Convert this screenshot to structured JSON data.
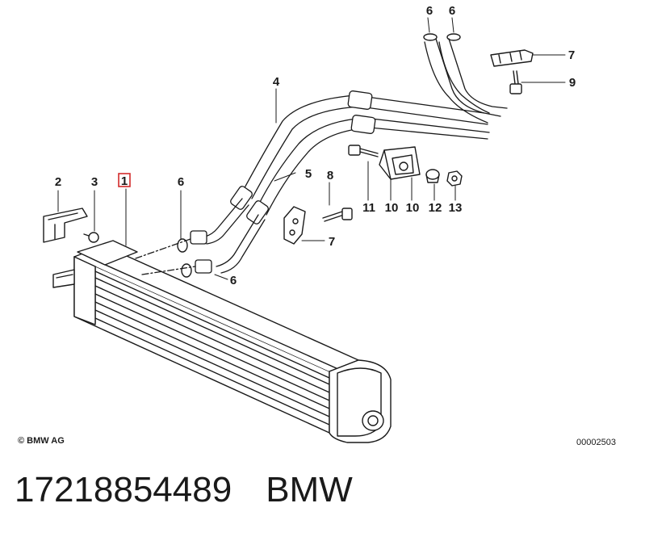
{
  "diagram": {
    "copyright": "© BMW AG",
    "drawing_number": "00002503",
    "callouts": [
      {
        "id": "c1",
        "label": "1",
        "highlighted": true
      },
      {
        "id": "c2",
        "label": "2"
      },
      {
        "id": "c3",
        "label": "3"
      },
      {
        "id": "c4",
        "label": "4"
      },
      {
        "id": "c5",
        "label": "5"
      },
      {
        "id": "c6a",
        "label": "6"
      },
      {
        "id": "c6b",
        "label": "6"
      },
      {
        "id": "c6c",
        "label": "6"
      },
      {
        "id": "c6d",
        "label": "6"
      },
      {
        "id": "c7a",
        "label": "7"
      },
      {
        "id": "c7b",
        "label": "7"
      },
      {
        "id": "c8",
        "label": "8"
      },
      {
        "id": "c9",
        "label": "9"
      },
      {
        "id": "c10a",
        "label": "10"
      },
      {
        "id": "c10b",
        "label": "10"
      },
      {
        "id": "c11",
        "label": "11"
      },
      {
        "id": "c12",
        "label": "12"
      },
      {
        "id": "c13",
        "label": "13"
      }
    ],
    "highlight_color": "#d22b2b"
  },
  "footer": {
    "part_number": "17218854489",
    "brand": "BMW"
  }
}
